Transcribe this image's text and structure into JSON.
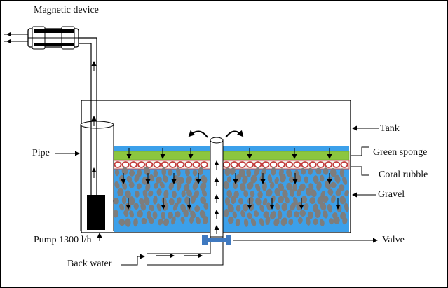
{
  "labels": {
    "magnetic_device": "Magnetic device",
    "tank": "Tank",
    "green_sponge": "Green sponge",
    "coral_rubble": "Coral rubble",
    "gravel": "Gravel",
    "pipe": "Pipe",
    "valve": "Valve",
    "pump": "Pump 1300 l/h",
    "back_water": "Back water"
  },
  "colors": {
    "water": "#3ca0ea",
    "water_light": "#5bb8f0",
    "sponge": "#8cc63f",
    "sponge_dark": "#6aa52a",
    "coral": "#f2efe9",
    "coral_ring": "#c23b3b",
    "gravel": "#7d7d7d",
    "pump": "#000000",
    "valve": "#3f79c0",
    "line": "#000000"
  },
  "icons": [
    "arrow-icon",
    "curved-arrow-icon",
    "magnetic-device-icon",
    "pump-icon",
    "valve-icon"
  ]
}
